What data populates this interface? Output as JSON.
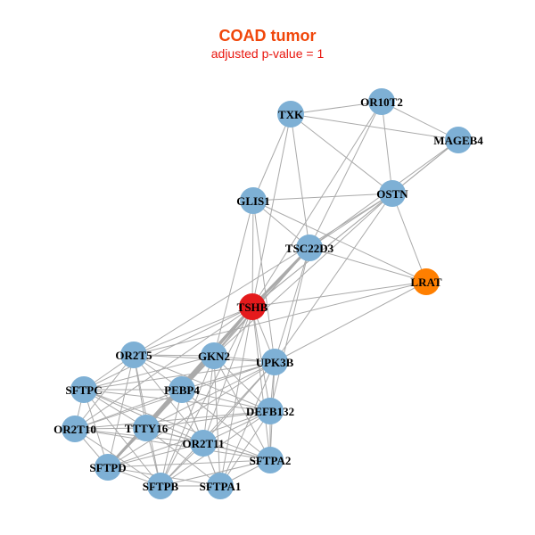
{
  "title": "COAD tumor",
  "subtitle": "adjusted p-value = 1",
  "colors": {
    "default_node": "#7eb0d5",
    "highlight_red": "#e41a1c",
    "highlight_orange": "#ff7f00",
    "edge": "#aaaaaa",
    "title": "#f0460a",
    "subtitle": "#e8160e"
  },
  "nodes": [
    {
      "id": "TXK",
      "color": "default"
    },
    {
      "id": "OR10T2",
      "color": "default"
    },
    {
      "id": "MAGEB4",
      "color": "default"
    },
    {
      "id": "OSTN",
      "color": "default"
    },
    {
      "id": "GLIS1",
      "color": "default"
    },
    {
      "id": "TSC22D3",
      "color": "default"
    },
    {
      "id": "LRAT",
      "color": "orange"
    },
    {
      "id": "TSHB",
      "color": "red"
    },
    {
      "id": "OR2T5",
      "color": "default"
    },
    {
      "id": "GKN2",
      "color": "default"
    },
    {
      "id": "UPK3B",
      "color": "default"
    },
    {
      "id": "SFTPC",
      "color": "default"
    },
    {
      "id": "PEBP4",
      "color": "default"
    },
    {
      "id": "DEFB132",
      "color": "default"
    },
    {
      "id": "OR2T10",
      "color": "default"
    },
    {
      "id": "TTTY16",
      "color": "default"
    },
    {
      "id": "OR2T11",
      "color": "default"
    },
    {
      "id": "SFTPA2",
      "color": "default"
    },
    {
      "id": "SFTPD",
      "color": "default"
    },
    {
      "id": "SFTPB",
      "color": "default"
    },
    {
      "id": "SFTPA1",
      "color": "default"
    }
  ],
  "edges": [
    [
      "TXK",
      "OR10T2"
    ],
    [
      "TXK",
      "MAGEB4"
    ],
    [
      "TXK",
      "OSTN"
    ],
    [
      "TXK",
      "GLIS1"
    ],
    [
      "TXK",
      "TSC22D3"
    ],
    [
      "TXK",
      "TSHB"
    ],
    [
      "OR10T2",
      "MAGEB4"
    ],
    [
      "OR10T2",
      "OSTN"
    ],
    [
      "OR10T2",
      "TSC22D3"
    ],
    [
      "OR10T2",
      "TSHB"
    ],
    [
      "MAGEB4",
      "OSTN"
    ],
    [
      "MAGEB4",
      "TSC22D3"
    ],
    [
      "MAGEB4",
      "TSHB"
    ],
    [
      "OSTN",
      "GLIS1"
    ],
    [
      "OSTN",
      "LRAT"
    ],
    [
      "OSTN",
      "TSC22D3"
    ],
    [
      "OSTN",
      "TSHB"
    ],
    [
      "OSTN",
      "UPK3B"
    ],
    [
      "OSTN",
      "GKN2"
    ],
    [
      "OSTN",
      "OR2T5"
    ],
    [
      "GLIS1",
      "TSC22D3"
    ],
    [
      "GLIS1",
      "LRAT"
    ],
    [
      "GLIS1",
      "TSHB"
    ],
    [
      "GLIS1",
      "GKN2"
    ],
    [
      "GLIS1",
      "UPK3B"
    ],
    [
      "TSC22D3",
      "LRAT"
    ],
    [
      "TSC22D3",
      "TSHB"
    ],
    [
      "TSC22D3",
      "GKN2"
    ],
    [
      "TSC22D3",
      "UPK3B"
    ],
    [
      "TSC22D3",
      "PEBP4"
    ],
    [
      "TSC22D3",
      "DEFB132"
    ],
    [
      "LRAT",
      "TSHB"
    ],
    [
      "LRAT",
      "UPK3B"
    ],
    [
      "LRAT",
      "OR2T5"
    ],
    [
      "TSHB",
      "OR2T5"
    ],
    [
      "TSHB",
      "GKN2"
    ],
    [
      "TSHB",
      "UPK3B"
    ],
    [
      "TSHB",
      "SFTPC"
    ],
    [
      "TSHB",
      "PEBP4"
    ],
    [
      "TSHB",
      "DEFB132"
    ],
    [
      "TSHB",
      "OR2T10"
    ],
    [
      "TSHB",
      "TTTY16"
    ],
    [
      "TSHB",
      "OR2T11"
    ],
    [
      "TSHB",
      "SFTPA2"
    ],
    [
      "TSHB",
      "SFTPD"
    ],
    [
      "TSHB",
      "SFTPB"
    ],
    [
      "TSHB",
      "SFTPA1"
    ],
    [
      "OR2T5",
      "GKN2"
    ],
    [
      "OR2T5",
      "UPK3B"
    ],
    [
      "OR2T5",
      "SFTPC"
    ],
    [
      "OR2T5",
      "PEBP4"
    ],
    [
      "OR2T5",
      "DEFB132"
    ],
    [
      "OR2T5",
      "OR2T10"
    ],
    [
      "OR2T5",
      "TTTY16"
    ],
    [
      "OR2T5",
      "OR2T11"
    ],
    [
      "OR2T5",
      "SFTPD"
    ],
    [
      "OR2T5",
      "SFTPB"
    ],
    [
      "GKN2",
      "UPK3B"
    ],
    [
      "GKN2",
      "SFTPC"
    ],
    [
      "GKN2",
      "PEBP4"
    ],
    [
      "GKN2",
      "DEFB132"
    ],
    [
      "GKN2",
      "TTTY16"
    ],
    [
      "GKN2",
      "OR2T11"
    ],
    [
      "GKN2",
      "SFTPA2"
    ],
    [
      "GKN2",
      "SFTPB"
    ],
    [
      "GKN2",
      "SFTPA1"
    ],
    [
      "GKN2",
      "SFTPD"
    ],
    [
      "UPK3B",
      "SFTPC"
    ],
    [
      "UPK3B",
      "PEBP4"
    ],
    [
      "UPK3B",
      "DEFB132"
    ],
    [
      "UPK3B",
      "OR2T10"
    ],
    [
      "UPK3B",
      "TTTY16"
    ],
    [
      "UPK3B",
      "OR2T11"
    ],
    [
      "UPK3B",
      "SFTPA2"
    ],
    [
      "UPK3B",
      "SFTPD"
    ],
    [
      "UPK3B",
      "SFTPB"
    ],
    [
      "UPK3B",
      "SFTPA1"
    ],
    [
      "SFTPC",
      "PEBP4"
    ],
    [
      "SFTPC",
      "DEFB132"
    ],
    [
      "SFTPC",
      "OR2T10"
    ],
    [
      "SFTPC",
      "TTTY16"
    ],
    [
      "SFTPC",
      "OR2T11"
    ],
    [
      "SFTPC",
      "SFTPD"
    ],
    [
      "SFTPC",
      "SFTPB"
    ],
    [
      "SFTPC",
      "SFTPA2"
    ],
    [
      "PEBP4",
      "DEFB132"
    ],
    [
      "PEBP4",
      "OR2T10"
    ],
    [
      "PEBP4",
      "TTTY16"
    ],
    [
      "PEBP4",
      "OR2T11"
    ],
    [
      "PEBP4",
      "SFTPA2"
    ],
    [
      "PEBP4",
      "SFTPD"
    ],
    [
      "PEBP4",
      "SFTPB"
    ],
    [
      "PEBP4",
      "SFTPA1"
    ],
    [
      "DEFB132",
      "OR2T10"
    ],
    [
      "DEFB132",
      "TTTY16"
    ],
    [
      "DEFB132",
      "OR2T11"
    ],
    [
      "DEFB132",
      "SFTPA2"
    ],
    [
      "DEFB132",
      "SFTPD"
    ],
    [
      "DEFB132",
      "SFTPB"
    ],
    [
      "DEFB132",
      "SFTPA1"
    ],
    [
      "OR2T10",
      "TTTY16"
    ],
    [
      "OR2T10",
      "OR2T11"
    ],
    [
      "OR2T10",
      "SFTPD"
    ],
    [
      "OR2T10",
      "SFTPB"
    ],
    [
      "OR2T10",
      "SFTPA2"
    ],
    [
      "TTTY16",
      "OR2T11"
    ],
    [
      "TTTY16",
      "SFTPA2"
    ],
    [
      "TTTY16",
      "SFTPD"
    ],
    [
      "TTTY16",
      "SFTPB"
    ],
    [
      "TTTY16",
      "SFTPA1"
    ],
    [
      "OR2T11",
      "SFTPA2"
    ],
    [
      "OR2T11",
      "SFTPD"
    ],
    [
      "OR2T11",
      "SFTPB"
    ],
    [
      "OR2T11",
      "SFTPA1"
    ],
    [
      "SFTPA2",
      "SFTPD"
    ],
    [
      "SFTPA2",
      "SFTPB"
    ],
    [
      "SFTPA2",
      "SFTPA1"
    ],
    [
      "SFTPD",
      "SFTPB"
    ],
    [
      "SFTPD",
      "SFTPA1"
    ],
    [
      "SFTPB",
      "SFTPA1"
    ]
  ],
  "heavy_edges": [
    [
      "TSHB",
      "SFTPD"
    ],
    [
      "TSHB",
      "TTTY16"
    ],
    [
      "TSC22D3",
      "TSHB"
    ]
  ]
}
